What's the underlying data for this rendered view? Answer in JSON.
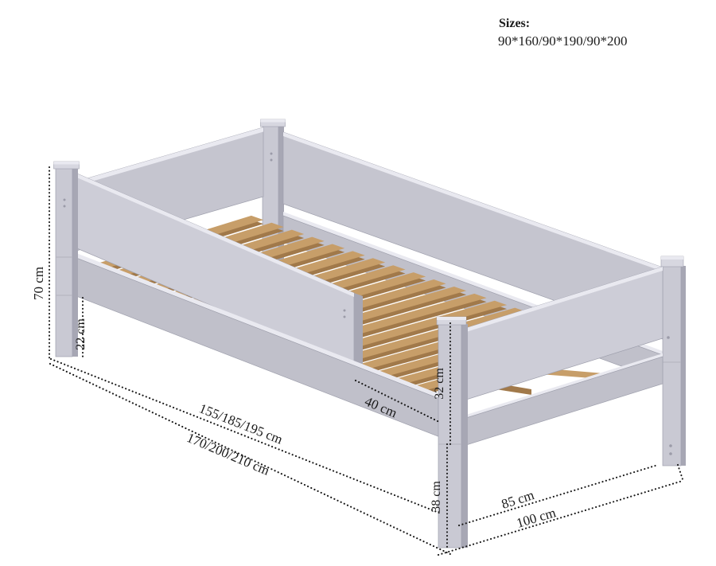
{
  "sizes": {
    "label": "Sizes:",
    "value": "90*160/90*190/90*200"
  },
  "dimension_labels": {
    "post_height": "70 cm",
    "under_rail_clearance": "22 cm",
    "slat_length_options": "155/185/195 cm",
    "overall_length_options": "170/200/210 cm",
    "entry_opening": "40 cm",
    "foot_rail_section": "32 cm",
    "foot_leg_height": "38 cm",
    "inner_width": "85 cm",
    "overall_width": "100 cm"
  },
  "illustration": {
    "subject": "single bed frame with slats and safety guard rail",
    "slat_count": 18
  },
  "colors": {
    "background": "#ffffff",
    "frame_face": "#c5c5cf",
    "frame_side": "#a7a7b4",
    "frame_top": "#e9e9f0",
    "rail_face": "#c0c0ca",
    "post_face": "#c9c9d3",
    "slat_top": "#c79e69",
    "slat_front": "#a1794a",
    "dim_line": "#191919",
    "label_text": "#1b1b1b"
  }
}
